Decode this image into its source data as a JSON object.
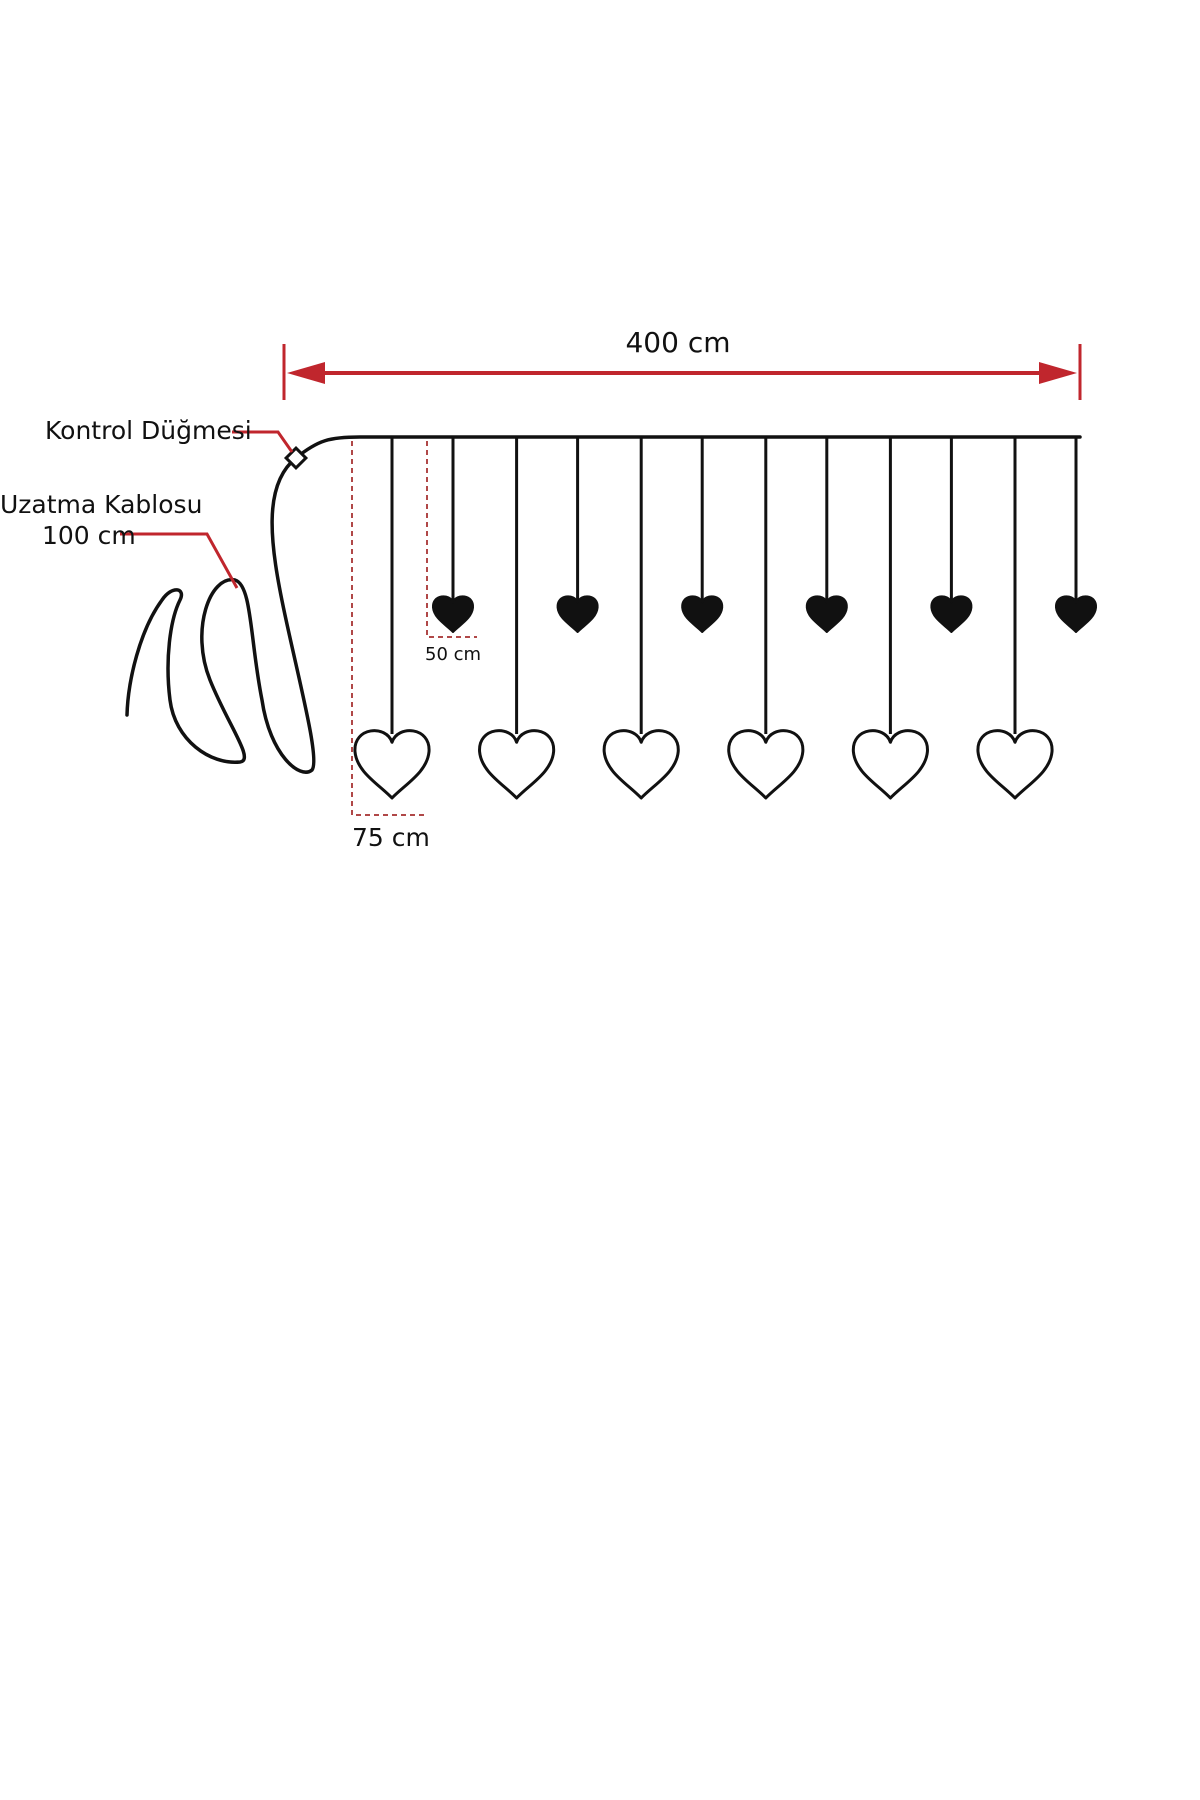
{
  "labels": {
    "width": "400 cm",
    "control_button": "Kontrol Düğmesi",
    "extension_cable_line1": "Uzatma Kablosu",
    "extension_cable_line2": "100 cm",
    "short_drop": "50 cm",
    "long_drop": "75 cm"
  },
  "colors": {
    "line": "#111111",
    "accent": "#c0262d",
    "dim": "#b04848"
  },
  "heart_strands": {
    "short_count": 6,
    "long_count": 6,
    "short_style": "filled",
    "long_style": "outline"
  },
  "icons": {
    "heart_small": "heart-filled-icon",
    "heart_large": "heart-outline-icon",
    "control_button": "diamond-icon"
  }
}
